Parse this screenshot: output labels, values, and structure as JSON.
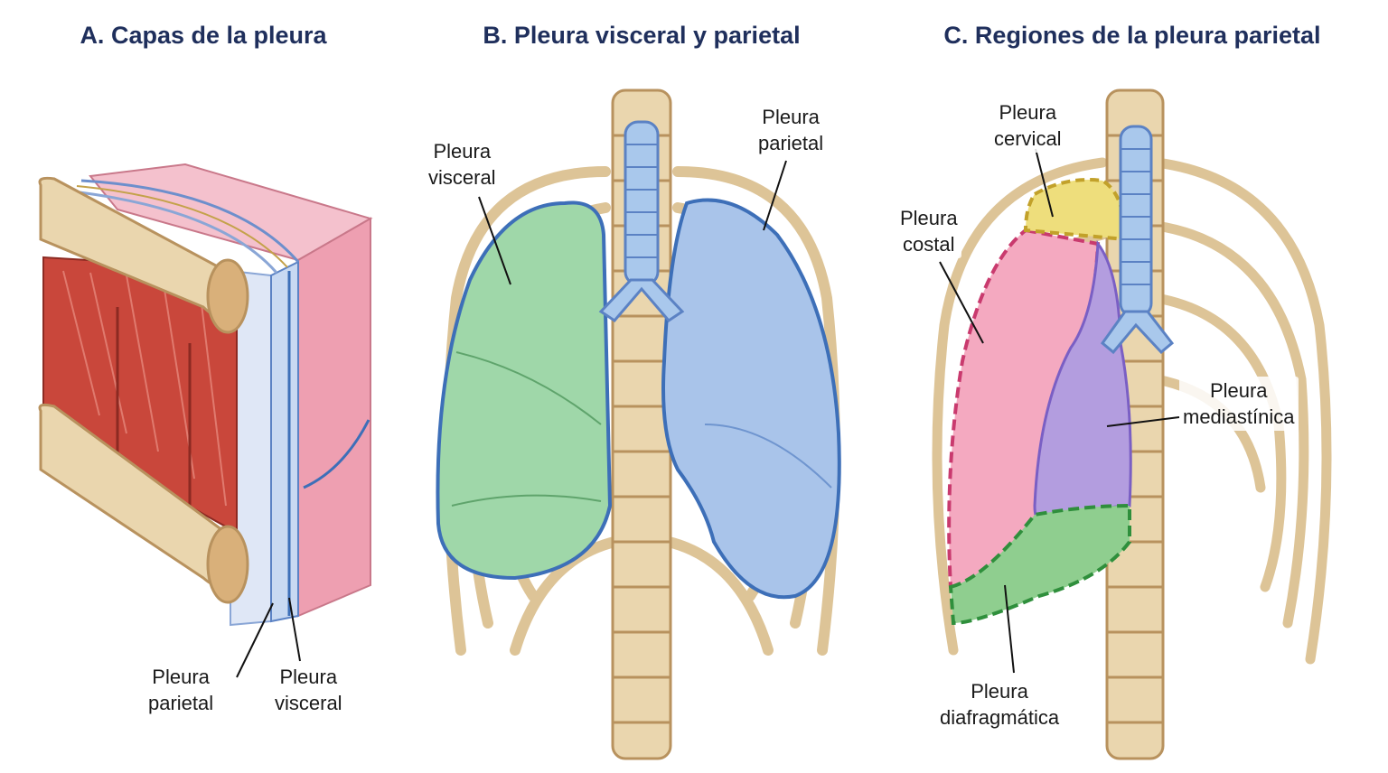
{
  "panels": {
    "a": {
      "title": "A. Capas de la pleura",
      "labels": {
        "parietal": [
          "Pleura",
          "parietal"
        ],
        "visceral": [
          "Pleura",
          "visceral"
        ]
      }
    },
    "b": {
      "title": "B. Pleura visceral y parietal",
      "labels": {
        "visceral": [
          "Pleura",
          "visceral"
        ],
        "parietal": [
          "Pleura",
          "parietal"
        ]
      }
    },
    "c": {
      "title": "C. Regiones de la pleura parietal",
      "labels": {
        "cervical": [
          "Pleura",
          "cervical"
        ],
        "costal": [
          "Pleura",
          "costal"
        ],
        "mediastinica": [
          "Pleura",
          "mediastínica"
        ],
        "diafragmatica": [
          "Pleura",
          "diafragmática"
        ]
      }
    }
  },
  "colors": {
    "title": "#1f2f5c",
    "bone": "#ead6ae",
    "bone_outline": "#b8925e",
    "muscle": "#c9473b",
    "tissue": "#ee9fb1",
    "visceral_lung": "#9fd7a9",
    "parietal_lung": "#a9c4ea",
    "pleura_line": "#3d6fb8",
    "cervical_region": "#eede7c",
    "costal_region": "#f4a9c0",
    "mediastinal_region": "#b39ddf",
    "diaphragmatic_region": "#8fce8f",
    "trachea": "#a9c8ec"
  }
}
